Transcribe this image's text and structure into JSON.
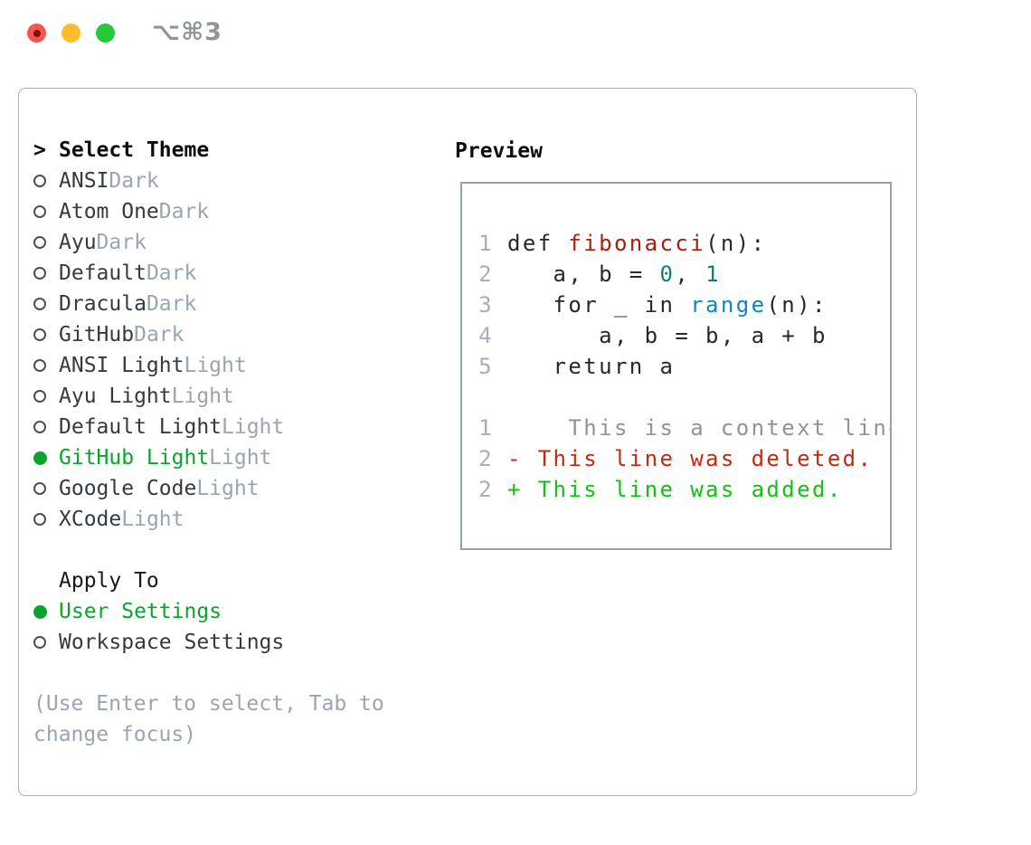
{
  "window": {
    "title": "⌥⌘3"
  },
  "theme_picker": {
    "cursor": ">",
    "header": "Select Theme",
    "items": [
      {
        "name": "ANSI",
        "tag": "Dark",
        "selected": false
      },
      {
        "name": "Atom One",
        "tag": "Dark",
        "selected": false
      },
      {
        "name": "Ayu",
        "tag": "Dark",
        "selected": false
      },
      {
        "name": "Default",
        "tag": "Dark",
        "selected": false
      },
      {
        "name": "Dracula",
        "tag": "Dark",
        "selected": false
      },
      {
        "name": "GitHub",
        "tag": "Dark",
        "selected": false
      },
      {
        "name": "ANSI Light",
        "tag": "Light",
        "selected": false
      },
      {
        "name": "Ayu Light",
        "tag": "Light",
        "selected": false
      },
      {
        "name": "Default Light",
        "tag": "Light",
        "selected": false
      },
      {
        "name": "GitHub Light",
        "tag": "Light",
        "selected": true
      },
      {
        "name": "Google Code",
        "tag": "Light",
        "selected": false
      },
      {
        "name": "XCode",
        "tag": "Light",
        "selected": false
      }
    ]
  },
  "apply_to": {
    "header": "Apply To",
    "options": [
      {
        "name": "User Settings",
        "selected": true
      },
      {
        "name": "Workspace Settings",
        "selected": false
      }
    ]
  },
  "hint_lines": [
    "(Use Enter to select, Tab to",
    "change focus)"
  ],
  "preview": {
    "header": "Preview",
    "lines": [
      {
        "num": "1",
        "segs": [
          {
            "t": "def ",
            "c": "code"
          },
          {
            "t": "fibonacci",
            "c": "function"
          },
          {
            "t": "(n):",
            "c": "code"
          }
        ]
      },
      {
        "num": "2",
        "segs": [
          {
            "t": "   a, b = ",
            "c": "code"
          },
          {
            "t": "0",
            "c": "number"
          },
          {
            "t": ", ",
            "c": "code"
          },
          {
            "t": "1",
            "c": "number"
          }
        ]
      },
      {
        "num": "3",
        "segs": [
          {
            "t": "   for _ in ",
            "c": "code"
          },
          {
            "t": "range",
            "c": "builtin"
          },
          {
            "t": "(n):",
            "c": "code"
          }
        ]
      },
      {
        "num": "4",
        "segs": [
          {
            "t": "      a, b = b, a + b",
            "c": "code"
          }
        ]
      },
      {
        "num": "5",
        "segs": [
          {
            "t": "   return a",
            "c": "code"
          }
        ]
      },
      {
        "num": "",
        "segs": []
      },
      {
        "num": "1",
        "segs": [
          {
            "t": "    This is a context line.",
            "c": "context"
          }
        ]
      },
      {
        "num": "2",
        "segs": [
          {
            "t": "- This line was deleted.",
            "c": "deleted"
          }
        ]
      },
      {
        "num": "2",
        "segs": [
          {
            "t": "+ This line was added.",
            "c": "added"
          }
        ]
      }
    ]
  },
  "colors": {
    "selection_green": "#0aa42c",
    "added_green": "#13c113",
    "deleted_red": "#c5290f",
    "function_red": "#a4200f",
    "number_teal": "#0d7e80",
    "builtin_blue": "#0c87c6",
    "muted_gray": "#9aa5b2",
    "text_dark": "#343a41",
    "traffic_red": "#f2564f",
    "traffic_yellow": "#fdbc2f",
    "traffic_green": "#28c83d"
  }
}
